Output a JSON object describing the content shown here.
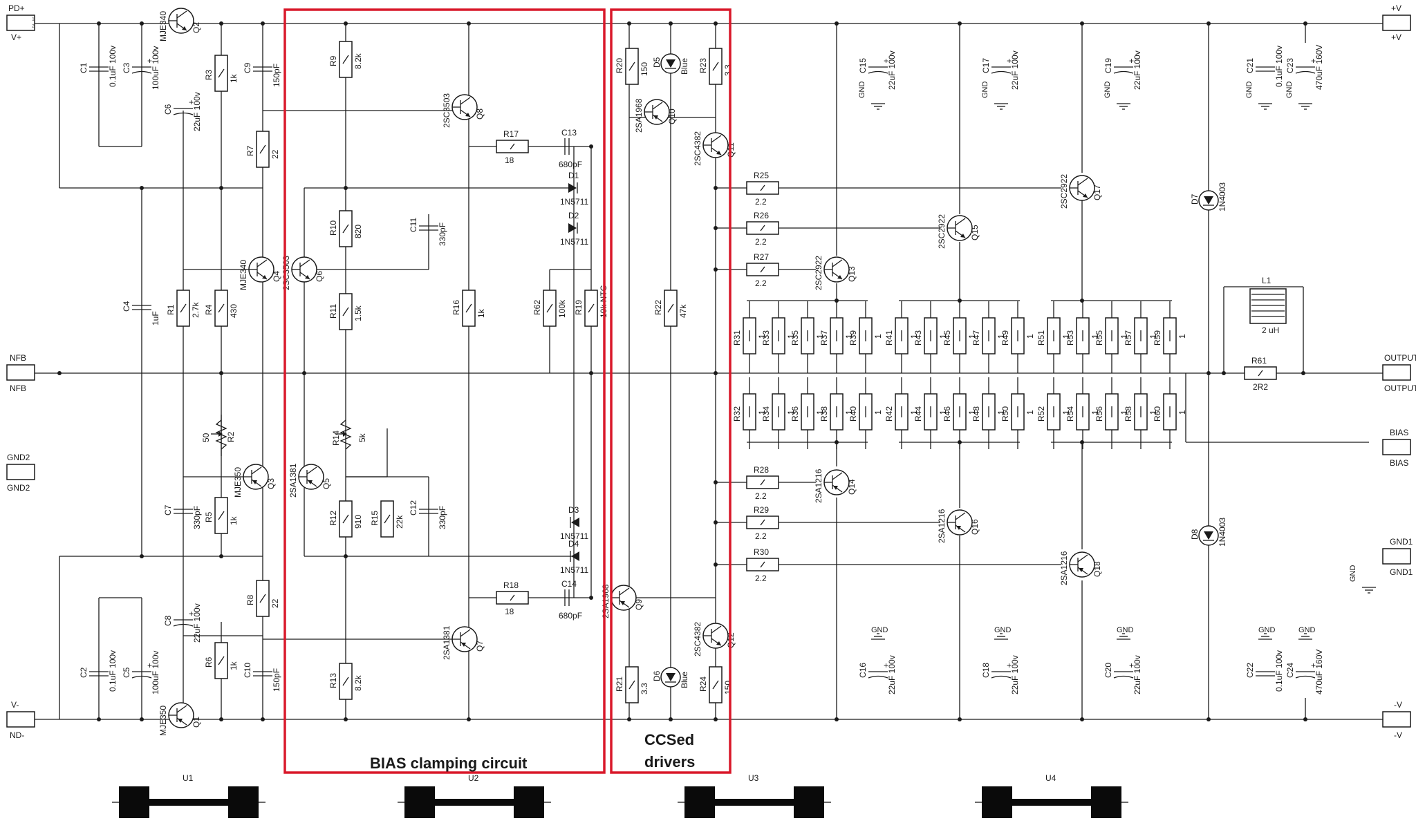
{
  "highlight_color": "#d9182a",
  "connectors": {
    "top_left": {
      "top": "PD+",
      "bottom": "V+"
    },
    "top_right": {
      "top": "+V",
      "bottom": "+V"
    },
    "nfb": {
      "top": "NFB",
      "bottom": "NFB"
    },
    "output": {
      "top": "OUTPUT",
      "bottom": "OUTPUT"
    },
    "bias": {
      "top": "BIAS",
      "bottom": "BIAS"
    },
    "gnd2": {
      "top": "GND2",
      "bottom": "GND2"
    },
    "gnd1": {
      "top": "GND1",
      "bottom": "GND1"
    },
    "bot_left": {
      "top": "V-",
      "bottom": "ND-"
    },
    "bot_right": {
      "top": "-V",
      "bottom": "-V"
    }
  },
  "callouts": {
    "bias_clamp": "BIAS clamping circuit",
    "ccs_line1": "CCSed",
    "ccs_line2": "drivers"
  },
  "resistors_v": [
    {
      "ref": "R9",
      "val": "8.2k"
    },
    {
      "ref": "R10",
      "val": "820"
    },
    {
      "ref": "R11",
      "val": "1.5k"
    },
    {
      "ref": "R12",
      "val": "910"
    },
    {
      "ref": "R13",
      "val": "8.2k"
    },
    {
      "ref": "R15",
      "val": "22k"
    },
    {
      "ref": "R16",
      "val": "1k"
    },
    {
      "ref": "R62",
      "val": "100k"
    },
    {
      "ref": "R19",
      "val": "10k NTC"
    },
    {
      "ref": "R20",
      "val": "150"
    },
    {
      "ref": "R23",
      "val": "3.3"
    },
    {
      "ref": "R22",
      "val": "47k"
    },
    {
      "ref": "R21",
      "val": "3.3"
    },
    {
      "ref": "R24",
      "val": "150"
    },
    {
      "ref": "R3",
      "val": "1k"
    },
    {
      "ref": "R7",
      "val": "22"
    },
    {
      "ref": "R1",
      "val": "2.7k"
    },
    {
      "ref": "R4",
      "val": "430"
    },
    {
      "ref": "R5",
      "val": "1k"
    },
    {
      "ref": "R8",
      "val": "22"
    },
    {
      "ref": "R6",
      "val": "1k"
    }
  ],
  "resistors_h": [
    {
      "ref": "R17",
      "val": "18"
    },
    {
      "ref": "R18",
      "val": "18"
    },
    {
      "ref": "R25",
      "val": "2.2"
    },
    {
      "ref": "R26",
      "val": "2.2"
    },
    {
      "ref": "R27",
      "val": "2.2"
    },
    {
      "ref": "R28",
      "val": "2.2"
    },
    {
      "ref": "R29",
      "val": "2.2"
    },
    {
      "ref": "R30",
      "val": "2.2"
    },
    {
      "ref": "R61",
      "val": "2R2"
    }
  ],
  "emitter_resistors_top": [
    "R31",
    "R33",
    "R35",
    "R37",
    "R39",
    "R41",
    "R43",
    "R45",
    "R47",
    "R49",
    "R51",
    "R53",
    "R55",
    "R57",
    "R59"
  ],
  "emitter_resistors_bottom": [
    "R32",
    "R34",
    "R36",
    "R38",
    "R40",
    "R42",
    "R44",
    "R46",
    "R48",
    "R50",
    "R52",
    "R54",
    "R56",
    "R58",
    "R60"
  ],
  "emitter_resistor_value": "1",
  "pots": [
    {
      "ref": "R2",
      "val": "50"
    },
    {
      "ref": "R14",
      "val": "5k"
    }
  ],
  "transistors": [
    {
      "ref": "Q2",
      "part": "MJE340"
    },
    {
      "ref": "Q4",
      "part": "MJE340"
    },
    {
      "ref": "Q3",
      "part": "MJE350"
    },
    {
      "ref": "Q1",
      "part": "MJE350"
    },
    {
      "ref": "Q8",
      "part": "2SC3503"
    },
    {
      "ref": "Q6",
      "part": "2SC3503"
    },
    {
      "ref": "Q5",
      "part": "2SA1381"
    },
    {
      "ref": "Q7",
      "part": "2SA1381"
    },
    {
      "ref": "Q10",
      "part": "2SA1968"
    },
    {
      "ref": "Q11",
      "part": "2SC4382"
    },
    {
      "ref": "Q12",
      "part": "2SC4382"
    },
    {
      "ref": "Q9",
      "part": "2SA1968"
    },
    {
      "ref": "Q13",
      "part": "2SC2922"
    },
    {
      "ref": "Q15",
      "part": "2SC2922"
    },
    {
      "ref": "Q17",
      "part": "2SC2922"
    },
    {
      "ref": "Q14",
      "part": "2SA1216"
    },
    {
      "ref": "Q16",
      "part": "2SA1216"
    },
    {
      "ref": "Q18",
      "part": "2SA1216"
    }
  ],
  "diodes": [
    {
      "ref": "D1",
      "part": "1N5711"
    },
    {
      "ref": "D2",
      "part": "1N5711"
    },
    {
      "ref": "D3",
      "part": "1N5711"
    },
    {
      "ref": "D4",
      "part": "1N5711"
    },
    {
      "ref": "D5",
      "part": "Blue"
    },
    {
      "ref": "D6",
      "part": "Blue"
    },
    {
      "ref": "D7",
      "part": "1N4003"
    },
    {
      "ref": "D8",
      "part": "1N4003"
    }
  ],
  "caps_np": [
    {
      "ref": "C1",
      "val": "0.1uF 100v"
    },
    {
      "ref": "C2",
      "val": "0.1uF 100v"
    },
    {
      "ref": "C4",
      "val": "1uF"
    },
    {
      "ref": "C7",
      "val": "330pF"
    },
    {
      "ref": "C9",
      "val": "150pF"
    },
    {
      "ref": "C10",
      "val": "150pF"
    },
    {
      "ref": "C11",
      "val": "330pF"
    },
    {
      "ref": "C12",
      "val": "330pF"
    },
    {
      "ref": "C13",
      "val": "680pF"
    },
    {
      "ref": "C14",
      "val": "680pF"
    },
    {
      "ref": "C21",
      "val": "0.1uF 100v"
    },
    {
      "ref": "C22",
      "val": "0.1uF 100v"
    }
  ],
  "caps_pol": [
    {
      "ref": "C3",
      "val": "100uF 100v"
    },
    {
      "ref": "C5",
      "val": "100uF 100v"
    },
    {
      "ref": "C6",
      "val": "22uF 100v"
    },
    {
      "ref": "C8",
      "val": "22uF 100v"
    },
    {
      "ref": "C15",
      "val": "22uF 100v"
    },
    {
      "ref": "C17",
      "val": "22uF 100v"
    },
    {
      "ref": "C19",
      "val": "22uF 100v"
    },
    {
      "ref": "C16",
      "val": "22uF 100v"
    },
    {
      "ref": "C18",
      "val": "22uF 100v"
    },
    {
      "ref": "C20",
      "val": "22uF 100v"
    },
    {
      "ref": "C23",
      "val": "470uF 160V"
    },
    {
      "ref": "C24",
      "val": "470uF 160V"
    }
  ],
  "inductor": {
    "ref": "L1",
    "val": "2 uH"
  },
  "gnd_label": "GND",
  "heatsinks": [
    "U1",
    "U2",
    "U3",
    "U4"
  ]
}
